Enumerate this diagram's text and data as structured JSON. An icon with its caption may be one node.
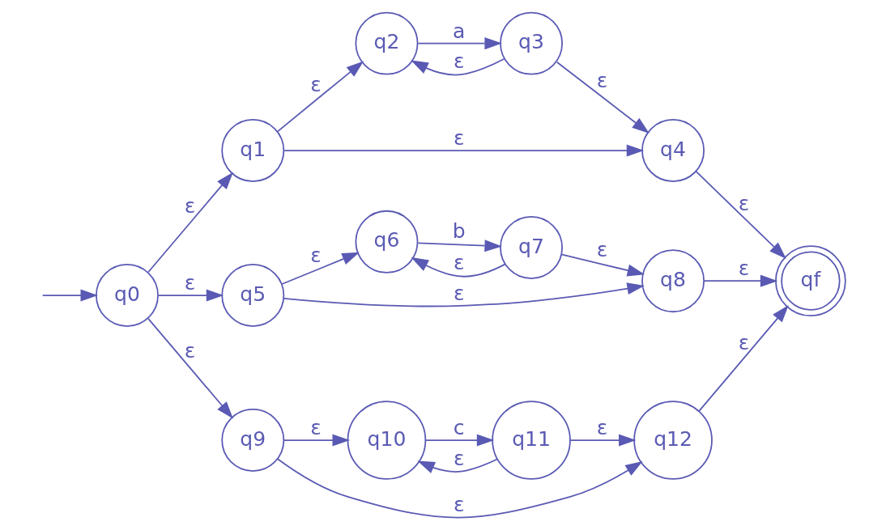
{
  "diagram": {
    "nodes": [
      {
        "text": [
          "q0"
        ]
      },
      {
        "text": [
          "q1"
        ]
      },
      {
        "text": [
          "q2"
        ]
      },
      {
        "text": [
          "q3"
        ]
      },
      {
        "text": [
          "q4"
        ]
      },
      {
        "text": [
          "q5"
        ]
      },
      {
        "text": [
          "q6"
        ]
      },
      {
        "text": [
          "q7"
        ]
      },
      {
        "text": [
          "q8"
        ]
      },
      {
        "text": [
          "q9"
        ]
      },
      {
        "text": [
          "q10"
        ]
      },
      {
        "text": [
          "q11"
        ]
      },
      {
        "text": [
          "q12"
        ]
      },
      {
        "text": [
          "qf"
        ]
      }
    ],
    "edges": [
      {
        "from": null,
        "to": 0,
        "arrow": "to"
      },
      {
        "from": 0,
        "to": 1,
        "arrow": "to",
        "label": "ε"
      },
      {
        "from": 1,
        "to": 2,
        "arrow": "to",
        "label": "ε"
      },
      {
        "from": 2,
        "to": 3,
        "arrow": "to",
        "label": "a"
      },
      {
        "from": 3,
        "to": 2,
        "arrow": "to",
        "label": "ε"
      },
      {
        "from": 3,
        "to": 4,
        "arrow": "to",
        "label": "ε"
      },
      {
        "from": 1,
        "to": 4,
        "arrow": "to",
        "label": "ε"
      },
      {
        "from": 4,
        "to": 13,
        "arrow": "to",
        "label": "ε"
      },
      {
        "from": 0,
        "to": 5,
        "arrow": "to",
        "label": "ε"
      },
      {
        "from": 5,
        "to": 6,
        "arrow": "to",
        "label": "ε"
      },
      {
        "from": 6,
        "to": 7,
        "arrow": "to",
        "label": "b"
      },
      {
        "from": 7,
        "to": 6,
        "arrow": "to",
        "label": "ε"
      },
      {
        "from": 7,
        "to": 8,
        "arrow": "to",
        "label": "ε"
      },
      {
        "from": 5,
        "to": 8,
        "arrow": "to",
        "label": "ε"
      },
      {
        "from": 8,
        "to": 13,
        "arrow": "to",
        "label": "ε"
      },
      {
        "from": 0,
        "to": 9,
        "arrow": "to",
        "label": "ε"
      },
      {
        "from": 9,
        "to": 10,
        "arrow": "to",
        "label": "ε"
      },
      {
        "from": 10,
        "to": 11,
        "arrow": "to",
        "label": "c"
      },
      {
        "from": 11,
        "to": 10,
        "arrow": "to",
        "label": "ε"
      },
      {
        "from": 11,
        "to": 12,
        "arrow": "to",
        "label": "ε"
      },
      {
        "from": 9,
        "to": 12,
        "arrow": "to",
        "label": "ε"
      },
      {
        "from": 12,
        "to": 13,
        "arrow": "to",
        "label": "ε"
      }
    ]
  }
}
